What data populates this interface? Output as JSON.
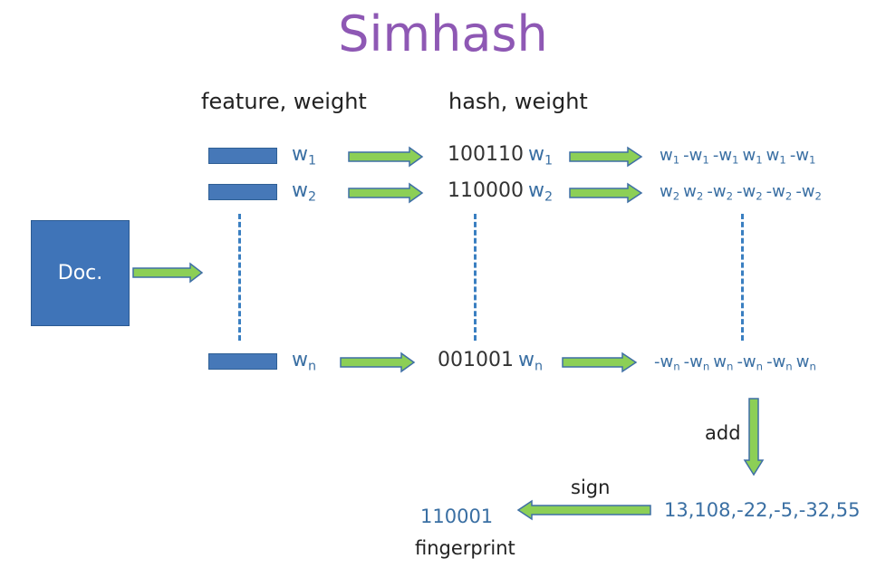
{
  "title": "Simhash",
  "headers": {
    "feature": "feature, weight",
    "hash": "hash, weight"
  },
  "doc_label": "Doc.",
  "features": [
    {
      "w": "w",
      "sub": "1"
    },
    {
      "w": "w",
      "sub": "2"
    },
    {
      "w": "w",
      "sub": "n"
    }
  ],
  "hashes": [
    {
      "bits": "100110",
      "w": "w",
      "sub": "1"
    },
    {
      "bits": "110000",
      "w": "w",
      "sub": "2"
    },
    {
      "bits": "001001",
      "w": "w",
      "sub": "n"
    }
  ],
  "vectors": [
    {
      "terms": [
        "w",
        "-w",
        "-w",
        "w",
        "w",
        "-w"
      ],
      "sub": "1"
    },
    {
      "terms": [
        "w",
        "w",
        "-w",
        "-w",
        "-w",
        "-w"
      ],
      "sub": "2"
    },
    {
      "terms": [
        "-w",
        "-w",
        "w",
        "-w",
        "-w",
        "w"
      ],
      "sub": "n"
    }
  ],
  "add_label": "add",
  "sum": "13,108,-22,-5,-32,55",
  "sign_label": "sign",
  "fingerprint_value": "110001",
  "fingerprint_label": "fingerprint",
  "colors": {
    "title": "#8e58b4",
    "box": "#4678b8",
    "arrow_fill": "#8ccf56",
    "arrow_stroke": "#3f6fa6",
    "text_blue": "#3a6fa3"
  }
}
